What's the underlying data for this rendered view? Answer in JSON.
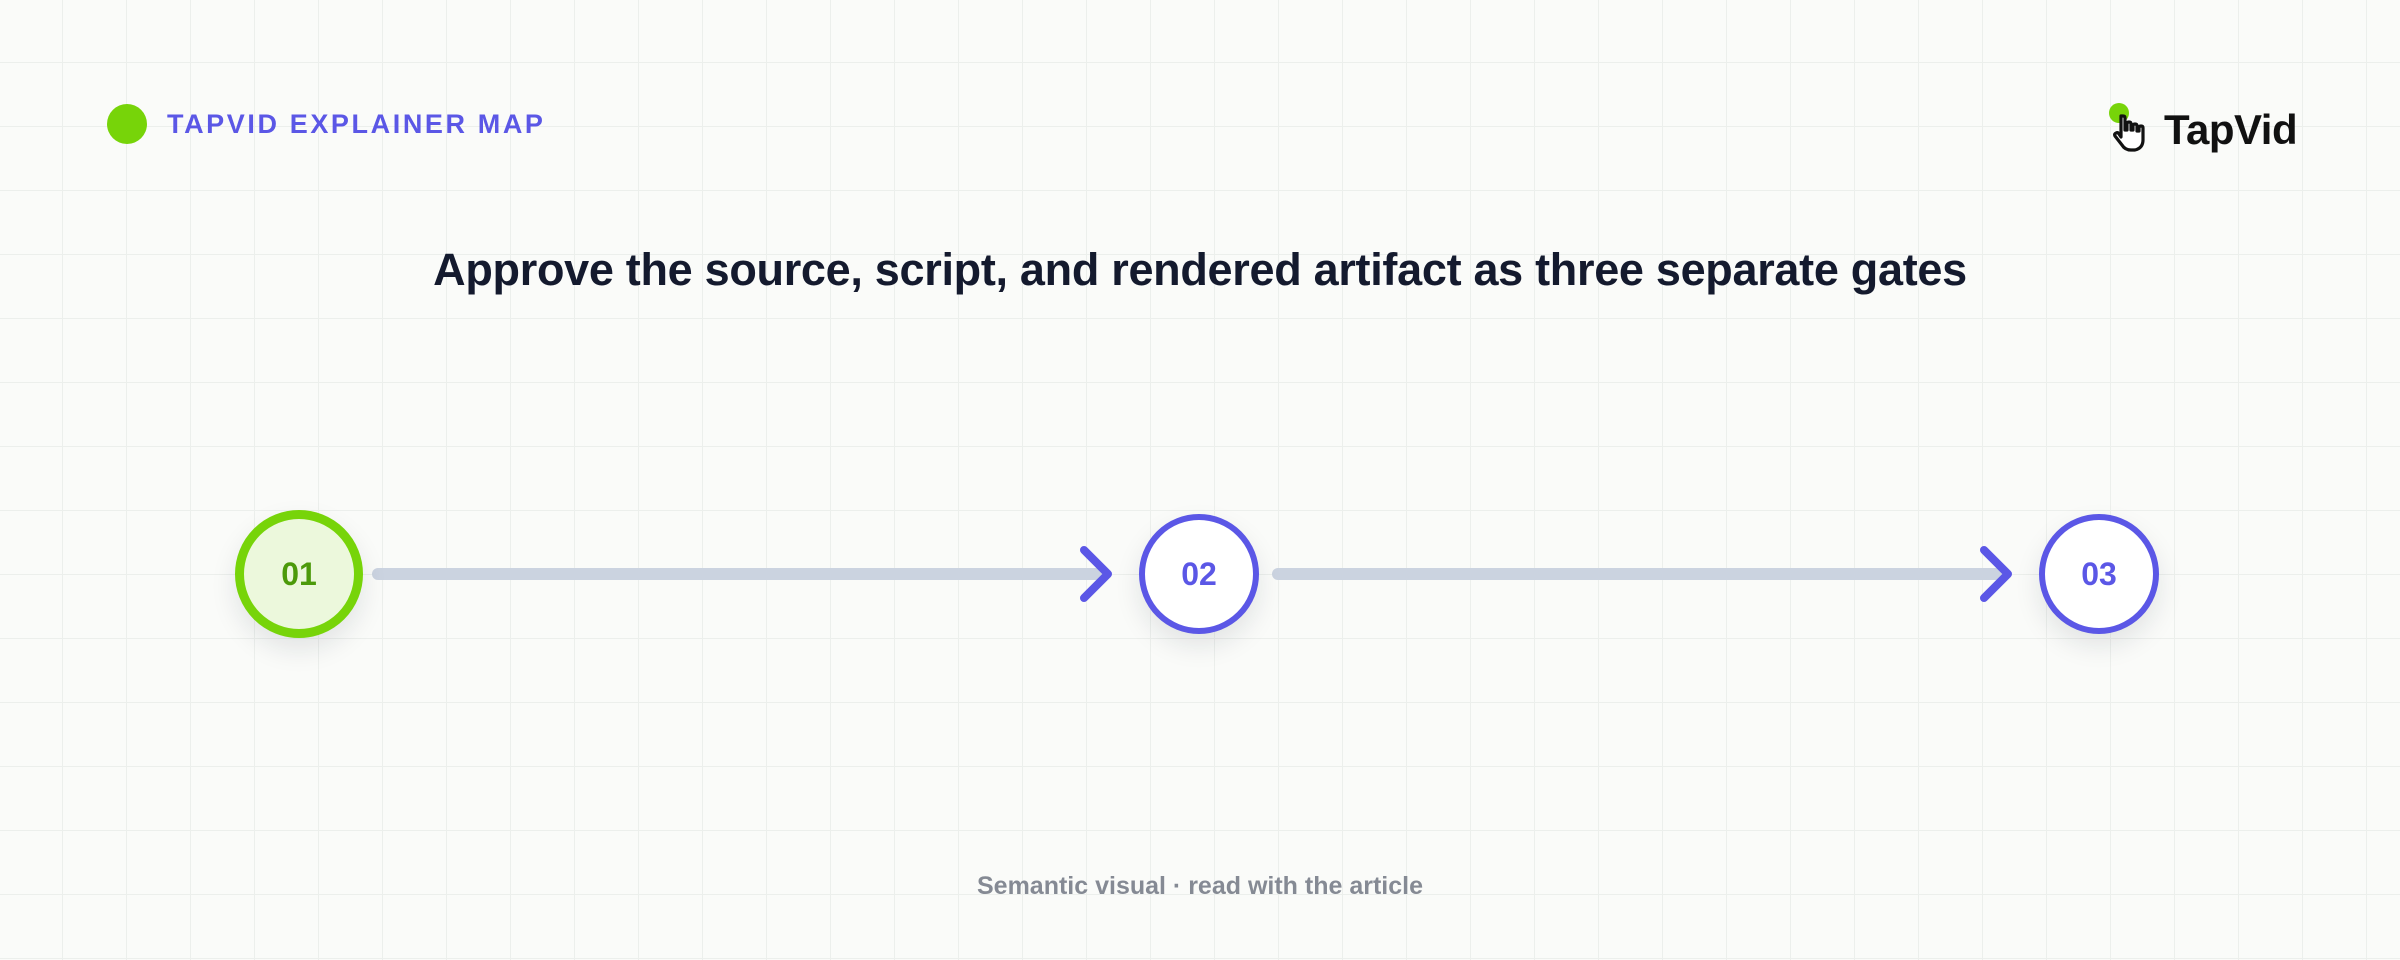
{
  "header": {
    "kicker": "TAPVID EXPLAINER MAP",
    "logo_text": "TapVid",
    "logo_icon": "pointer-hand-icon"
  },
  "title": "Approve the source, script, and rendered artifact as three separate gates",
  "steps": [
    {
      "label": "01",
      "state": "active"
    },
    {
      "label": "02",
      "state": "pending"
    },
    {
      "label": "03",
      "state": "pending"
    }
  ],
  "caption": "Semantic visual · read with the article",
  "colors": {
    "accent_green": "#77d409",
    "accent_indigo": "#5b57e6",
    "title": "#141a2e",
    "connector": "#cbd3e0",
    "caption": "#858a94"
  }
}
